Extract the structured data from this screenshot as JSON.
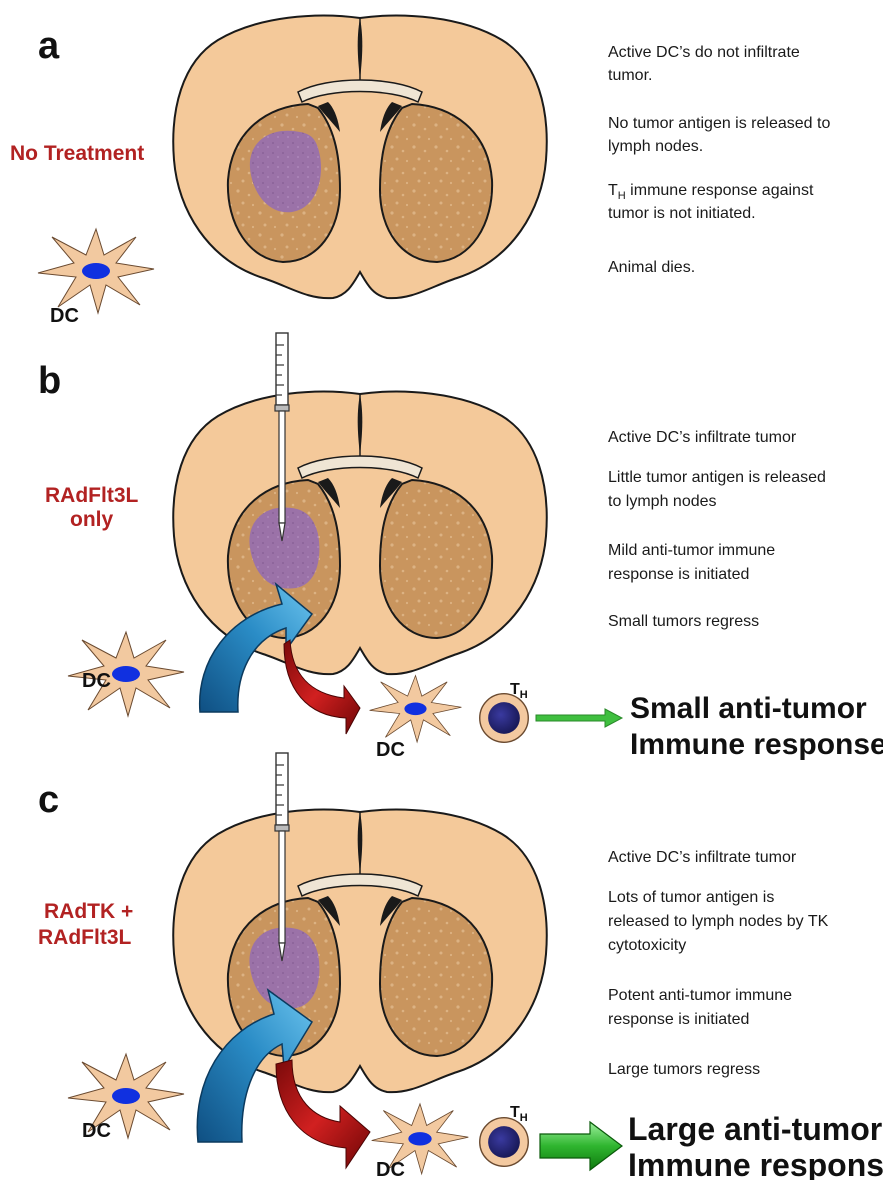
{
  "panels": [
    {
      "letter": "a",
      "treatment": [
        "No Treatment"
      ],
      "dc_label": "DC",
      "notes": [
        [
          "Active DC’s do not infiltrate",
          "tumor."
        ],
        [
          "No tumor antigen is released to",
          "lymph nodes."
        ],
        [
          "T",
          "H",
          " immune response against",
          "tumor is not initiated."
        ],
        [
          "Animal dies."
        ]
      ]
    },
    {
      "letter": "b",
      "treatment": [
        "RAdFlt3L",
        "only"
      ],
      "dc_label": "DC",
      "dc_node_label": "DC",
      "th_label": "T",
      "th_sub": "H",
      "response": [
        "Small anti-tumor",
        "Immune response"
      ],
      "notes": [
        [
          "Active DC’s infiltrate tumor"
        ],
        [
          "Little tumor antigen is released",
          "to lymph nodes"
        ],
        [
          "Mild anti-tumor immune",
          "response is initiated"
        ],
        [
          "Small tumors regress"
        ]
      ]
    },
    {
      "letter": "c",
      "treatment": [
        "RAdTK +",
        "RAdFlt3L"
      ],
      "dc_label": "DC",
      "dc_node_label": "DC",
      "th_label": "T",
      "th_sub": "H",
      "response": [
        "Large anti-tumor",
        "Immune response"
      ],
      "notes": [
        [
          "Active DC’s infiltrate tumor"
        ],
        [
          "Lots of tumor antigen is",
          "released to lymph nodes by TK",
          "cytotoxicity"
        ],
        [
          "Potent  anti-tumor immune",
          "response is initiated"
        ],
        [
          "Large tumors regress"
        ]
      ]
    }
  ],
  "colors": {
    "brain": "#f4c99a",
    "striatum": "#c9955e",
    "tumor": "#9b72a8",
    "treatment_text": "#b22222",
    "dc_body": "#f2c9a0",
    "dc_nucleus": "#1030e0",
    "th_outer": "#f3c9a0",
    "th_inner": "#2a2a7a",
    "blue_arrow": "#2a8cc6",
    "red_arrow": "#a01818",
    "green_arrow": "#3fbf3f"
  }
}
